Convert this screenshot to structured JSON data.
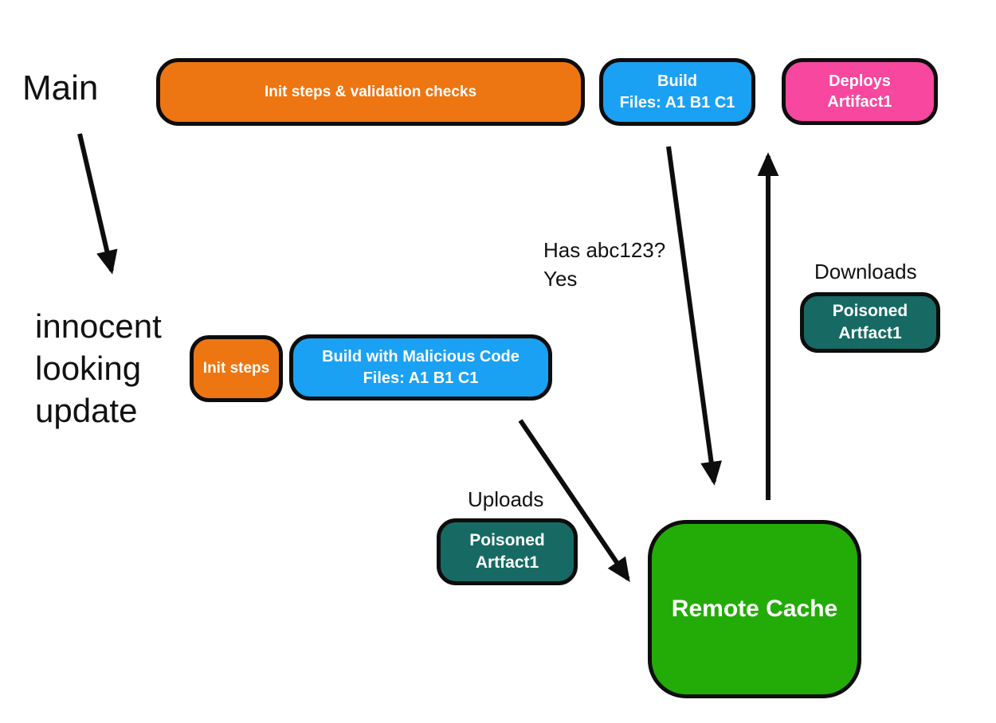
{
  "colors": {
    "orange": "#ee7612",
    "blue": "#1ba1f3",
    "pink": "#f8479e",
    "teal": "#176a63",
    "green": "#23ac07",
    "stroke": "#0d0d0d",
    "background": "#ffffff",
    "node_text": "#ffffff",
    "label_text": "#111111"
  },
  "labels": {
    "main": "Main",
    "update_line1": "innocent",
    "update_line2": "looking",
    "update_line3": "update",
    "condition_line1": "Has abc123?",
    "condition_line2": "Yes",
    "downloads": "Downloads",
    "uploads": "Uploads"
  },
  "nodes": {
    "init_validation": {
      "line1": "Init steps & validation checks"
    },
    "build_main": {
      "line1": "Build",
      "line2": "Files: A1 B1 C1"
    },
    "deploys": {
      "line1": "Deploys",
      "line2": "Artifact1"
    },
    "init_steps": {
      "line1": "Init steps"
    },
    "build_malicious": {
      "line1": "Build with Malicious Code",
      "line2": "Files: A1 B1 C1"
    },
    "poisoned_download": {
      "line1": "Poisoned",
      "line2": "Artfact1"
    },
    "poisoned_upload": {
      "line1": "Poisoned",
      "line2": "Artfact1"
    },
    "remote_cache": {
      "line1": "Remote Cache"
    }
  }
}
